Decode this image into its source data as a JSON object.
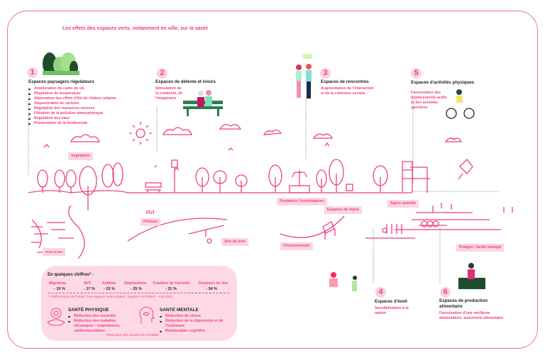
{
  "title": "Les effets des espaces verts, notamment en ville,  sur la santé",
  "sections": [
    {
      "number": "1",
      "heading": "Espaces paysagers régulateurs",
      "bullets": [
        "Amélioration du cadre de vie",
        "Régulation de température",
        "Atténuation des effets d'îlot de chaleur urbaine",
        "Séquestration de carbone",
        "Régulation des nuisances sonores",
        "Filtration de la pollution atmosphérique",
        "Régulation des eaux",
        "Préservation de la biodiversité"
      ]
    },
    {
      "number": "2",
      "heading": "Espaces de détente et loisirs",
      "desc": [
        "Stimulation de",
        "la créativité, de",
        "l'imaginaire"
      ]
    },
    {
      "number": "3",
      "heading": "Espaces de rencontres",
      "desc": [
        "Augmentation de l'interaction",
        "et de la cohésion sociale"
      ]
    },
    {
      "number": "4",
      "heading": "Espaces d'éveil",
      "desc": [
        "Sensibilisation à la",
        "nature"
      ]
    },
    {
      "number": "5",
      "heading": "Espaces d'activités physiques",
      "desc": [
        "Favorisation des",
        "déplacements actifs",
        "et des activités",
        "sportives"
      ]
    },
    {
      "number": "6",
      "heading": [
        "Espaces de production",
        "alimentaire"
      ],
      "desc": [
        "Favorisation d'une meilleure",
        "alimentation, autonomie alimentaire"
      ]
    }
  ],
  "labels": {
    "vegetation": "Végétation",
    "fontaines": "Fontaines / brumisateurs",
    "repos": "Espaces de repos",
    "agres": "Agrès sportifs",
    "pelouse": "Pelouse",
    "aire": "Aire de jeux",
    "cheminements": "Cheminements",
    "potager": "Potager / jardin partagé",
    "eau": "Point d'eau"
  },
  "stats": {
    "title": "En quelques chiffres* :",
    "items": [
      {
        "label": "Migraines",
        "value": "- 15 %"
      },
      {
        "label": "AVC",
        "value": "- 17 %"
      },
      {
        "label": "Asthme",
        "value": "- 23 %"
      },
      {
        "label": "Dépressions",
        "value": "- 25 %"
      },
      {
        "label": "Troubles de l'anxiété",
        "value": "- 31 %"
      },
      {
        "label": "Douleurs de dos",
        "value": "- 34 %"
      }
    ],
    "note": "* Chiffres issus de l'étude \"Les espaces verts urbains\", Rapport ASTERES – mai 2016",
    "physique": {
      "title": "SANTÉ PHYSIQUE",
      "bullets": [
        "Réduction des surpoids",
        "Réduction des maladies chroniques : respiratoires, cardiovasculaires"
      ]
    },
    "mentale": {
      "title": "SANTÉ MENTALE",
      "bullets": [
        "Réduction du stress",
        "Réduction de la dépression et de l'isolement",
        "Restauration cognitive"
      ]
    },
    "mortalite": "Réduction des causes de mortalité"
  },
  "colors": {
    "accent": "#ee3f86",
    "chip": "#fbd5e3",
    "green": "#2e7d4f"
  }
}
